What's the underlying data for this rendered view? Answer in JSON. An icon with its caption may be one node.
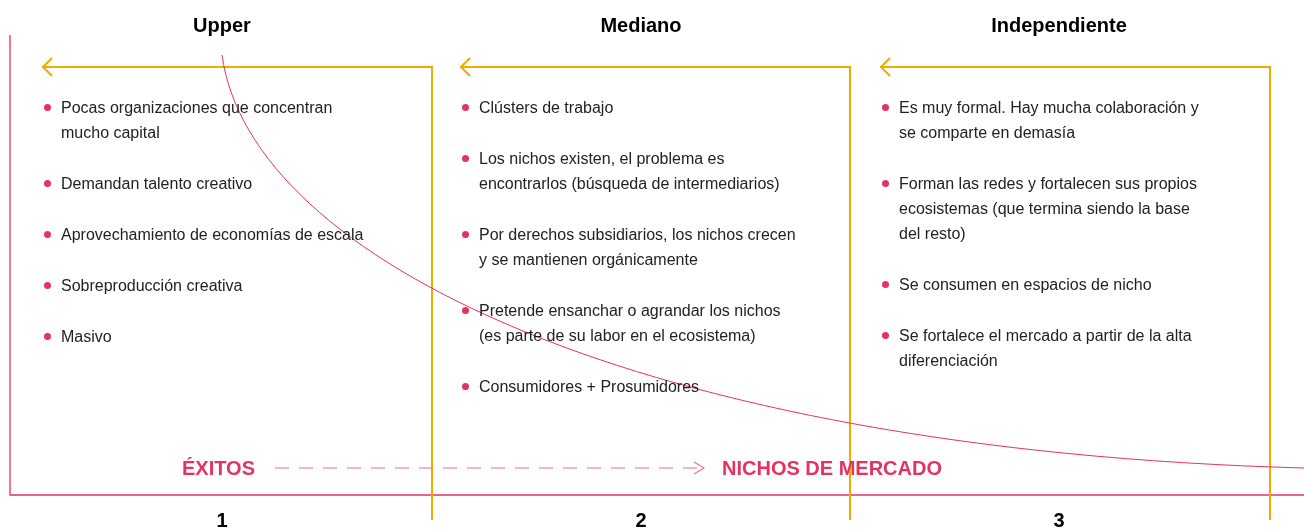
{
  "diagram": {
    "nodes": [
      {
        "text": [
          "ÉXITOS"
        ]
      },
      {
        "text": [
          "NICHOS DE MERCADO"
        ]
      }
    ],
    "edges": [
      {
        "from": 0,
        "to": 1,
        "arrow": "to",
        "style": "dashed"
      }
    ],
    "labels": [
      "Upper",
      "Mediano",
      "Independiente",
      "Pocas organizaciones que concentran mucho capital",
      "Demandan talento creativo",
      "Aprovechamiento de economías de escala",
      "Sobreproducción creativa",
      "Masivo",
      "Clústers de trabajo",
      "Los nichos existen, el problema es encontrarlos (búsqueda de intermediarios)",
      "Por derechos subsidiarios, los nichos crecen y se mantienen orgánicamente",
      "Pretende ensanchar o agrandar los nichos (es parte de su labor en el ecosistema)",
      "Consumidores + Prosumidores",
      "Es muy formal. Hay mucha colaboración y se comparte en demasía",
      "Forman las redes y fortalecen sus propios ecosistemas (que termina siendo la base del resto)",
      "Se consumen en espacios de nicho",
      "Se fortalece el mercado a partir de la alta diferenciación",
      "1",
      "2",
      "3"
    ]
  }
}
